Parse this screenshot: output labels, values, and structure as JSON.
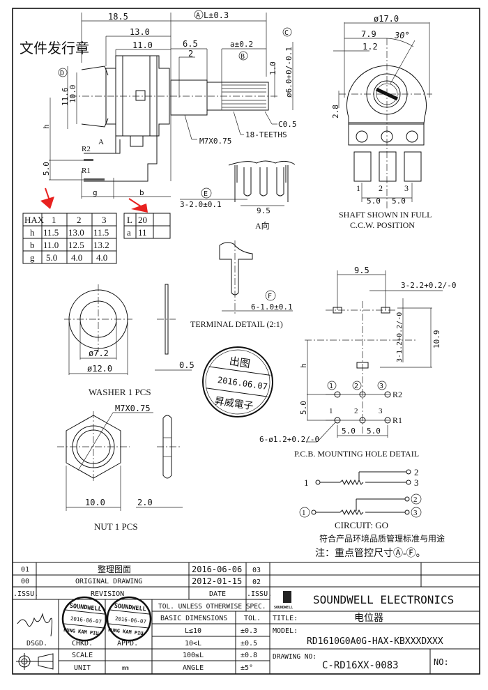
{
  "release_stamp": "文件发行章",
  "side_view": {
    "dim_overall": "18.5",
    "dim_length": "L±0.3",
    "dim_length_marker": "A",
    "dim_13": "13.0",
    "dim_11": "11.0",
    "dim_65": "6.5",
    "dim_2": "2",
    "dim_a": "a±0.2",
    "dim_a_marker": "B",
    "dim_shaft_dia": "ø6.0+0/-0.1",
    "dim_shaft_marker": "C",
    "dim_1": "1.0",
    "dim_116": "11.6",
    "dim_10": "10.0",
    "dim_d_marker": "D",
    "dim_h": "h",
    "dim_5": "5.0",
    "dim_g": "g",
    "dim_b": "b",
    "label_r2": "R2",
    "label_r1": "R1",
    "label_a_view": "A",
    "thread": "M7X0.75",
    "teeth": "18-TEETHS",
    "chamfer": "C0.5"
  },
  "hax_table": {
    "headers": [
      "HAX",
      "1",
      "2",
      "3"
    ],
    "rows": [
      [
        "h",
        "11.5",
        "13.0",
        "11.5"
      ],
      [
        "b",
        "11.0",
        "12.5",
        "13.2"
      ],
      [
        "g",
        "5.0",
        "4.0",
        "4.0"
      ]
    ]
  },
  "la_table": {
    "rows": [
      [
        "L",
        "20",
        ""
      ],
      [
        "a",
        "11",
        ""
      ]
    ]
  },
  "annotation_color": "#e8211f",
  "a_view": {
    "marker": "E",
    "dim_width": "3-2.0±0.1",
    "dim_pitch": "9.5",
    "label": "A向"
  },
  "terminal_detail": {
    "marker": "F",
    "dim": "6-1.0±0.1",
    "label": "TERMINAL DETAIL (2:1)"
  },
  "front_view": {
    "dim_dia": "ø17.0",
    "dim_79": "7.9",
    "dim_12": "1.2",
    "dim_angle": "30°",
    "dim_28": "2.8",
    "pins": [
      "1",
      "2",
      "3"
    ],
    "pitch1": "5.0",
    "pitch2": "5.0",
    "caption_line1": "SHAFT SHOWN IN FULL",
    "caption_line2": "C.C.W. POSITION"
  },
  "washer": {
    "inner": "ø7.2",
    "outer": "ø12.0",
    "thickness": "0.5",
    "caption": "WASHER  1 PCS"
  },
  "nut": {
    "thread": "M7X0.75",
    "width": "10.0",
    "thickness": "2.0",
    "caption": "NUT 1 PCS"
  },
  "approval_stamp": {
    "top": "出图",
    "date": "2016.06.07",
    "bottom": "昇威電子"
  },
  "pcb": {
    "dim_95": "9.5",
    "dim_slot": "3-2.2+0.2/-0",
    "dim_slot2": "3-1.2+0.2/-0",
    "dim_109": "10.9",
    "dim_h": "h",
    "dim_5": "5.0",
    "circled": [
      "1",
      "2",
      "3"
    ],
    "pins": [
      "1",
      "2",
      "3"
    ],
    "r2": "R2",
    "r1": "R1",
    "holes": "6-ø1.2+0.2/-0",
    "pitch1": "5.0",
    "pitch2": "5.0",
    "caption": "P.C.B. MOUNTING HOLE DETAIL"
  },
  "circuit": {
    "pins_a": [
      "1",
      "2",
      "3"
    ],
    "pins_b": [
      "1",
      "2",
      "3"
    ],
    "label": "CIRCUIT: GO",
    "note1": "符合产品环境品质管理标准与用途",
    "note2": "注：重点管控尺寸Ⓐ-Ⓕ。"
  },
  "title_block": {
    "revisions": [
      {
        "issue": "01",
        "desc": "整理图面",
        "date": "2016-06-06"
      },
      {
        "issue": "00",
        "desc": "ORIGINAL  DRAWING",
        "date": "2012-01-15"
      }
    ],
    "hdr_issue": ".ISSU.",
    "hdr_revision": "REVISION",
    "hdr_date": "DATE",
    "right_issues": [
      "03",
      "02",
      ".ISSU."
    ],
    "tol_header": "TOL. UNLESS OTHERWISE SPEC.",
    "basic_dims": "BASIC DIMENSIONS",
    "tol": "TOL.",
    "tolerances": [
      {
        "range": "L≤10",
        "tol": "±0.3"
      },
      {
        "range": "10<L",
        "tol": "±0.5"
      },
      {
        "range": "100≤L",
        "tol": "±0.8"
      },
      {
        "range": "ANGLE",
        "tol": "±5°"
      }
    ],
    "dsgd": "DSGD.",
    "chkd": "CHKD.",
    "appd": "APPD.",
    "scale": "SCALE",
    "unit": "UNIT",
    "unit_value": "mm",
    "stamp_name": "SOUNDWELL",
    "stamp_date": "2016-06-07",
    "stamp_person": "HUNG KAM PIU",
    "company": "SOUNDWELL ELECTRONICS",
    "logo_text": "SOUNDWELL",
    "title_label": "TITLE:",
    "title": "电位器",
    "model_label": "MODEL:",
    "model": "RD1610G0A0G-HAX-KBXXXDXXX",
    "drawing_no_label": "DRAWING NO:",
    "drawing_no": "C-RD16XX-0083",
    "no_label": "NO:"
  }
}
